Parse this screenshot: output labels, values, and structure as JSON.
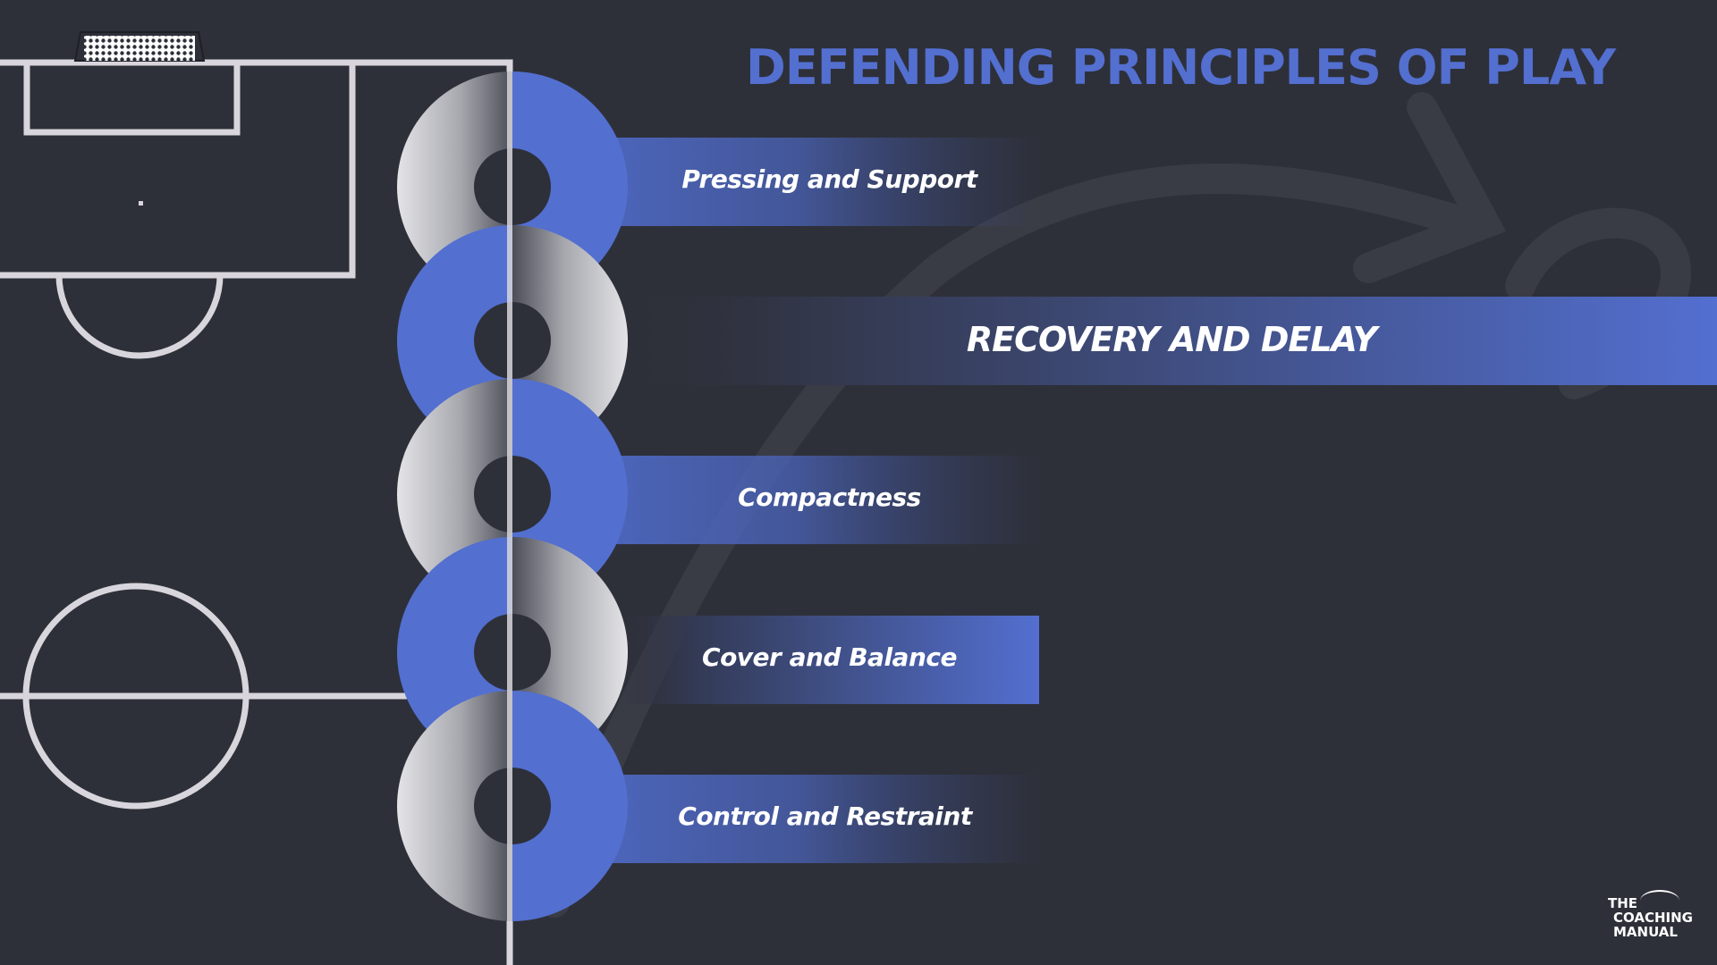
{
  "title": "DEFENDING PRINCIPLES OF PLAY",
  "principles": [
    {
      "label": "Pressing and Support"
    },
    {
      "label": "RECOVERY AND DELAY"
    },
    {
      "label": "Compactness"
    },
    {
      "label": "Cover and Balance"
    },
    {
      "label": "Control and Restraint"
    }
  ],
  "logo": {
    "line1": "THE",
    "line2": "COACHING",
    "line3": "MANUAL"
  },
  "colors": {
    "background": "#2e3039",
    "accent": "#536fd0",
    "pitch_lines": "#d8d6dc",
    "chain_grey": "#8a8c94",
    "label_text": "#ffffff"
  },
  "icons": [
    "goal-net-icon",
    "swoosh-arrow-icon",
    "chain-links-icon"
  ]
}
